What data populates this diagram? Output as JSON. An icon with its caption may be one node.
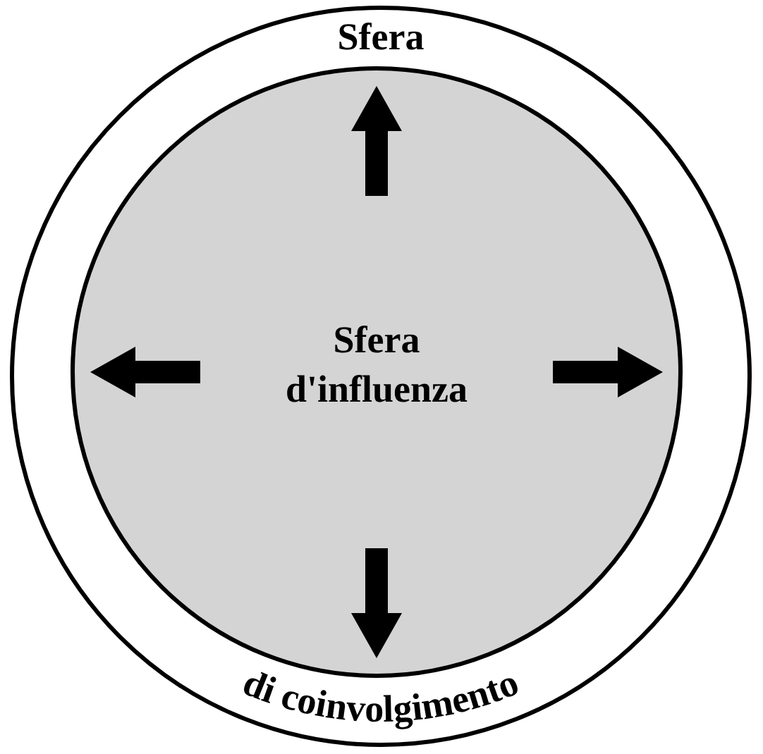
{
  "diagram": {
    "nodes": [
      {
        "text": [
          "Sfera",
          "di coinvolgimento"
        ]
      },
      {
        "text": [
          "Sfera d'influenza"
        ],
        "in": 0
      }
    ]
  }
}
